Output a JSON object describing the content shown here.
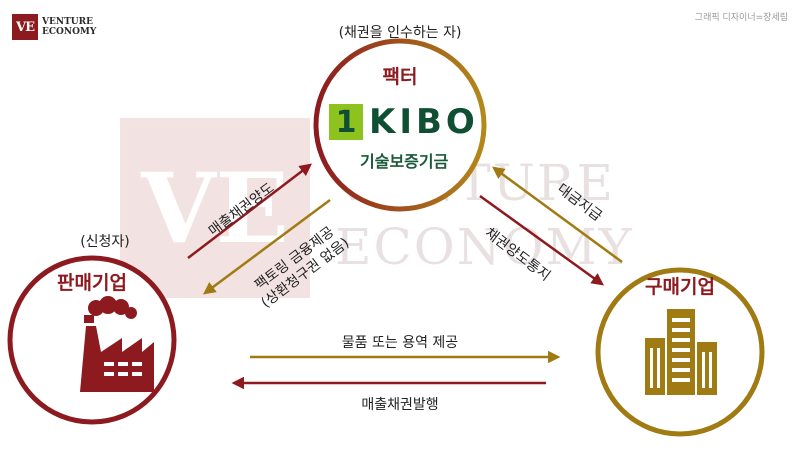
{
  "logo": {
    "mark": "VE",
    "line1": "VENTURE",
    "line2": "ECONOMY"
  },
  "designer_credit": "그래픽 디자이너=장세림",
  "watermark": {
    "mark": "VE",
    "line1": "VENTURE",
    "line2": "ECONOMY"
  },
  "factor": {
    "note": "(채권을 인수하는 자)",
    "title": "팩터",
    "kibo_mark": "1",
    "kibo_word": "KIBO",
    "kibo_subtitle": "기술보증기금"
  },
  "seller": {
    "note": "(신청자)",
    "title": "판매기업"
  },
  "buyer": {
    "title": "구매기업"
  },
  "arrows": {
    "receivable_transfer": "매출채권양도",
    "factoring_line1": "팩토링 금융제공",
    "factoring_line2": "(상환청구권 없음)",
    "payment": "대금지급",
    "transfer_notice": "채권양도통지",
    "goods_services": "물품 또는 용역 제공",
    "receivable_issue": "매출채권발행"
  },
  "colors": {
    "maroon": "#8c1a1f",
    "gold": "#a07a12",
    "kibo_green": "#8dc21f",
    "kibo_dark": "#0f4f33"
  }
}
